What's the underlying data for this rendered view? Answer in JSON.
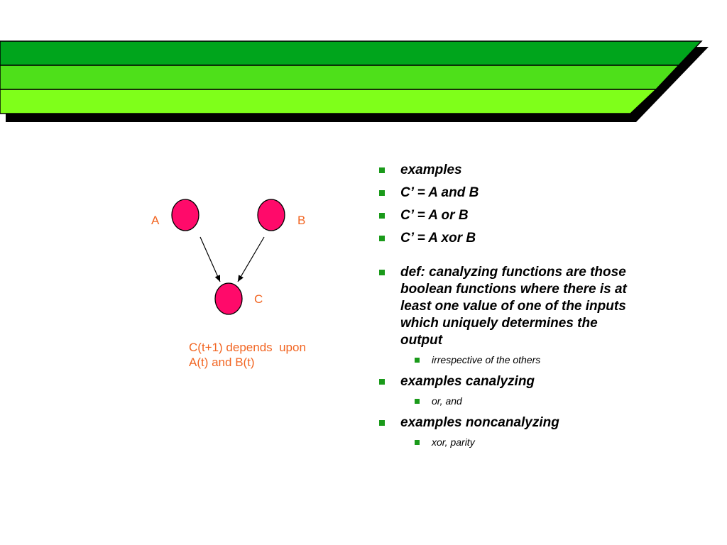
{
  "colors": {
    "band_dark": "#00a51c",
    "band_mid": "#4ee01a",
    "band_light": "#7fff1a",
    "shadow": "#000000",
    "node_fill": "#ff0a6a",
    "label_color": "#f26522",
    "bullet_color": "#1a9a1a"
  },
  "diagram": {
    "nodes": {
      "a": "A",
      "b": "B",
      "c": "C"
    },
    "caption_line1": "C(t+1) depends  upon",
    "caption_line2": "A(t) and B(t)"
  },
  "bullets": {
    "examples": "examples",
    "and_rule": "C’ = A and B",
    "or_rule": "C’ = A or B",
    "xor_rule": "C’ = A xor B",
    "definition": "def: canalyzing functions are those boolean functions where there is at least one value of one of the inputs which uniquely determines the output",
    "definition_sub": "irrespective of the others",
    "canalyzing": "examples canalyzing",
    "canalyzing_sub": "or, and",
    "noncanalyzing": "examples noncanalyzing",
    "noncanalyzing_sub": "xor, parity"
  }
}
